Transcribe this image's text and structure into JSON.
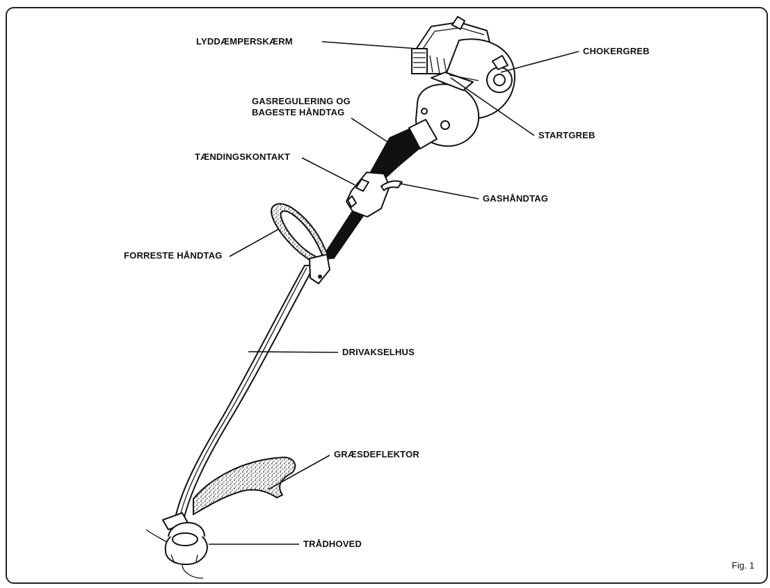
{
  "labels": {
    "muffler_shield": "LYDDÆMPERSKÆRM",
    "choke_lever": "CHOKERGREB",
    "throttle_line1": "GASREGULERING OG",
    "throttle_line2": "BAGESTE HÅNDTAG",
    "starter_grip": "STARTGREB",
    "ignition_switch": "TÆNDINGSKONTAKT",
    "throttle_trigger": "GASHÅNDTAG",
    "front_handle": "FORRESTE HÅNDTAG",
    "drive_shaft_housing": "DRIVAKSELHUS",
    "grass_deflector": "GRÆSDEFLEKTOR",
    "trimmer_head": "TRÅDHOVED"
  },
  "figure_number": "Fig. 1"
}
